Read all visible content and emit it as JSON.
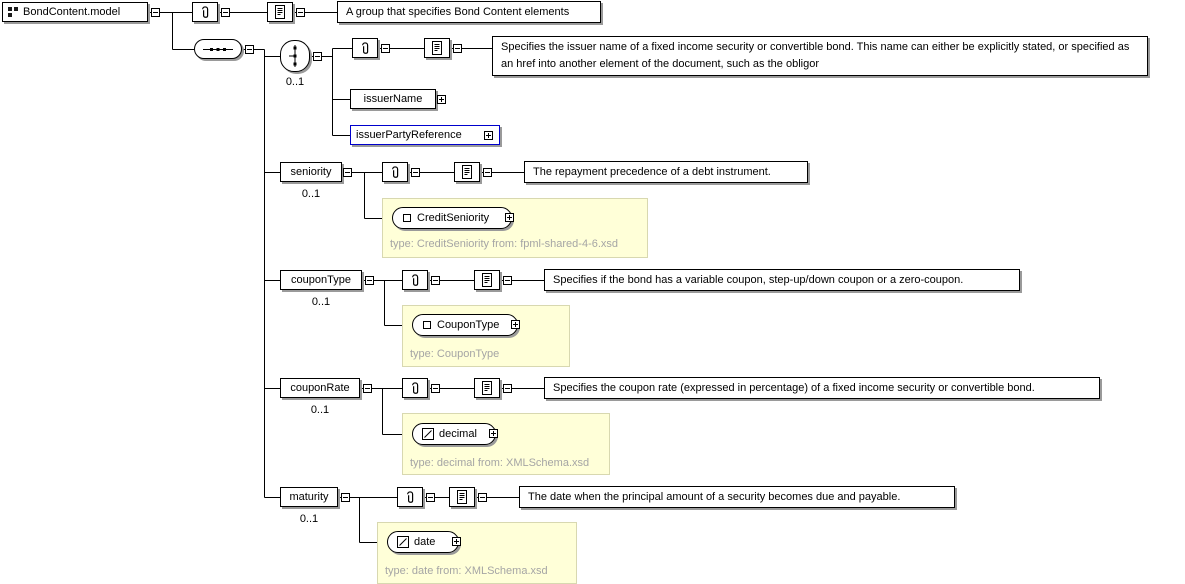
{
  "root": {
    "label": "BondContent.model",
    "annotation": "A group that specifies Bond Content elements"
  },
  "choice": {
    "occurs": "0..1",
    "annotation": "Specifies the issuer name of a fixed income security or convertible bond. This name can either be explicitly stated, or specified as an href into another element of the document, such as the obligor",
    "elements": [
      {
        "label": "issuerName"
      },
      {
        "label": "issuerPartyReference"
      }
    ]
  },
  "elements": [
    {
      "label": "seniority",
      "occurs": "0..1",
      "annotation": "The repayment precedence of a debt instrument.",
      "type": {
        "name": "CreditSeniority",
        "note": "type: CreditSeniority from: fpml-shared-4-6.xsd"
      }
    },
    {
      "label": "couponType",
      "occurs": "0..1",
      "annotation": "Specifies if the bond has a variable coupon, step-up/down coupon or a zero-coupon.",
      "type": {
        "name": "CouponType",
        "note": "type: CouponType"
      }
    },
    {
      "label": "couponRate",
      "occurs": "0..1",
      "annotation": "Specifies the coupon rate (expressed in percentage) of a fixed income security or convertible bond.",
      "type": {
        "name": "decimal",
        "note": "type: decimal from: XMLSchema.xsd"
      }
    },
    {
      "label": "maturity",
      "occurs": "0..1",
      "annotation": "The date when the principal amount of a security becomes due and payable.",
      "type": {
        "name": "date",
        "note": "type: date from: XMLSchema.xsd"
      }
    }
  ],
  "icons": {
    "model_group": "grid-squares",
    "annotation": "paperclip",
    "documentation": "document-lines",
    "sequence": "sequence-dots",
    "choice": "choice-dots",
    "complex_type": "square",
    "simple_type": "box-diagonal",
    "expand": "plus-box",
    "collapse": "minus-box"
  },
  "colors": {
    "panel_bg": "#ffffd8",
    "panel_border": "#d8d8b0",
    "selected_border": "#0000cc",
    "shadow": "#9a9a9a",
    "type_note_text": "#a5a5a5"
  }
}
